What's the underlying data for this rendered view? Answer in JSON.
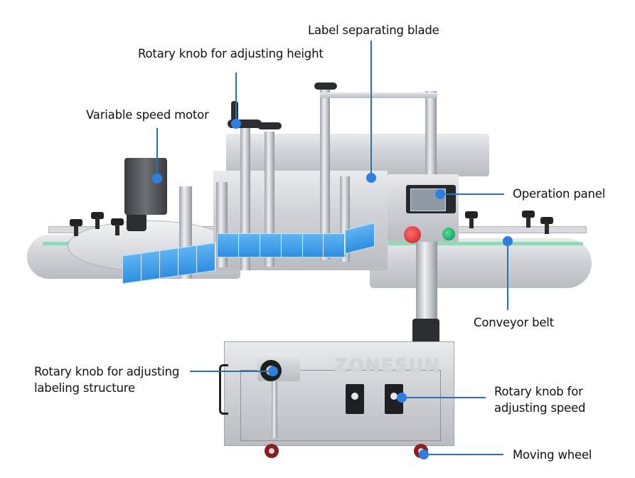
{
  "figure": {
    "subject": "Automatic labeling machine",
    "brand_watermark": "ZONESUN",
    "accent_color": "#2e6fb0",
    "pointer_color": "#2f7fe0"
  },
  "callouts": [
    {
      "id": "label-separating-blade",
      "text": "Label separating blade"
    },
    {
      "id": "rotary-knob-height",
      "text": "Rotary knob for adjusting height"
    },
    {
      "id": "variable-speed-motor",
      "text": "Variable speed motor"
    },
    {
      "id": "operation-panel",
      "text": "Operation panel"
    },
    {
      "id": "conveyor-belt",
      "text": "Conveyor belt"
    },
    {
      "id": "rotary-knob-labeling",
      "line1": "Rotary knob for adjusting",
      "line2": "labeling structure"
    },
    {
      "id": "rotary-knob-speed",
      "line1": "Rotary knob for",
      "line2": "adjusting speed"
    },
    {
      "id": "moving-wheel",
      "text": "Moving wheel"
    }
  ]
}
